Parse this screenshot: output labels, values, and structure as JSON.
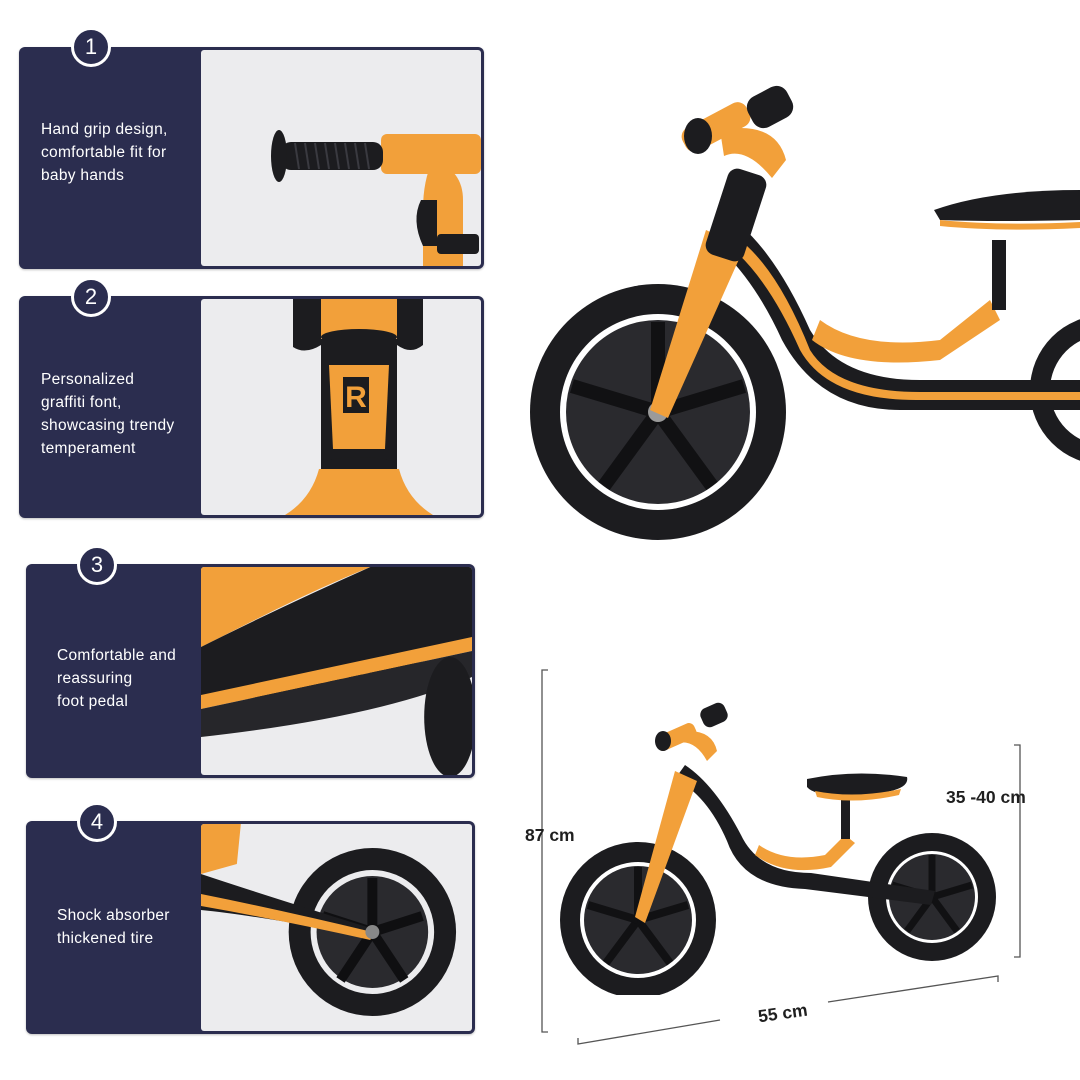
{
  "features": [
    {
      "number": "1",
      "text": "Hand grip design,\ncomfortable fit for\nbaby hands",
      "icon": "handlebar-grip-photo"
    },
    {
      "number": "2",
      "text": "Personalized\ngraffiti font,\nshowcasing trendy\ntemperament",
      "icon": "head-tube-logo-photo"
    },
    {
      "number": "3",
      "text": "Comfortable and\nreassuring\nfoot pedal",
      "icon": "foot-pedal-photo"
    },
    {
      "number": "4",
      "text": "Shock absorber\nthickened tire",
      "icon": "front-tire-photo"
    }
  ],
  "dimensions": {
    "height": "87 cm",
    "seat_height": "35 -40 cm",
    "length": "55 cm"
  },
  "colors": {
    "card": "#2b2d4f",
    "accent_orange": "#f2a03a",
    "frame_black": "#1c1c1f",
    "photo_bg": "#ececee"
  }
}
